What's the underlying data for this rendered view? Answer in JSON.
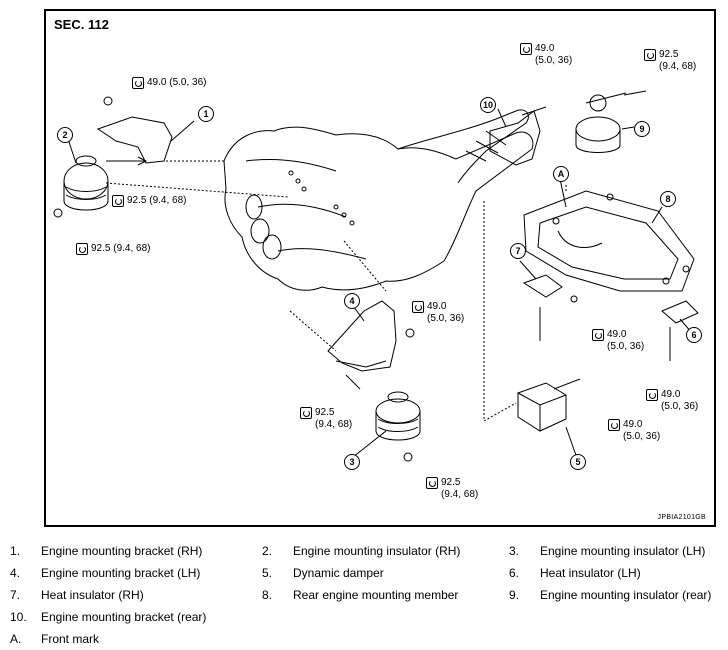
{
  "section": "SEC. 112",
  "image_code": "JPBIA2101GB",
  "torques": [
    {
      "id": "t1",
      "value": "49.0 (5.0, 36)",
      "sub": ""
    },
    {
      "id": "t2",
      "value": "92.5 (9.4, 68)",
      "sub": ""
    },
    {
      "id": "t3",
      "value": "92.5 (9.4, 68)",
      "sub": ""
    },
    {
      "id": "t4",
      "value": "49.0",
      "sub": "(5.0, 36)"
    },
    {
      "id": "t5",
      "value": "92.5",
      "sub": "(9.4, 68)"
    },
    {
      "id": "t6",
      "value": "49.0",
      "sub": "(5.0, 36)"
    },
    {
      "id": "t7",
      "value": "92.5",
      "sub": "(9.4, 68)"
    },
    {
      "id": "t8",
      "value": "92.5",
      "sub": "(9.4, 68)"
    },
    {
      "id": "t9",
      "value": "49.0",
      "sub": "(5.0, 36)"
    },
    {
      "id": "t10",
      "value": "49.0",
      "sub": "(5.0, 36)"
    },
    {
      "id": "t11",
      "value": "49.0",
      "sub": "(5.0, 36)"
    }
  ],
  "callouts": [
    "1",
    "2",
    "3",
    "4",
    "5",
    "6",
    "7",
    "8",
    "9",
    "10",
    "A"
  ],
  "legend": [
    {
      "num": "1.",
      "text": "Engine mounting bracket (RH)"
    },
    {
      "num": "2.",
      "text": "Engine mounting insulator (RH)"
    },
    {
      "num": "3.",
      "text": "Engine mounting insulator (LH)"
    },
    {
      "num": "4.",
      "text": "Engine mounting bracket (LH)"
    },
    {
      "num": "5.",
      "text": "Dynamic damper"
    },
    {
      "num": "6.",
      "text": "Heat insulator (LH)"
    },
    {
      "num": "7.",
      "text": "Heat insulator (RH)"
    },
    {
      "num": "8.",
      "text": "Rear engine mounting member"
    },
    {
      "num": "9.",
      "text": "Engine mounting insulator (rear)"
    },
    {
      "num": "10.",
      "text": "Engine mounting bracket (rear)"
    },
    {
      "num": "A.",
      "text": "Front mark"
    }
  ]
}
